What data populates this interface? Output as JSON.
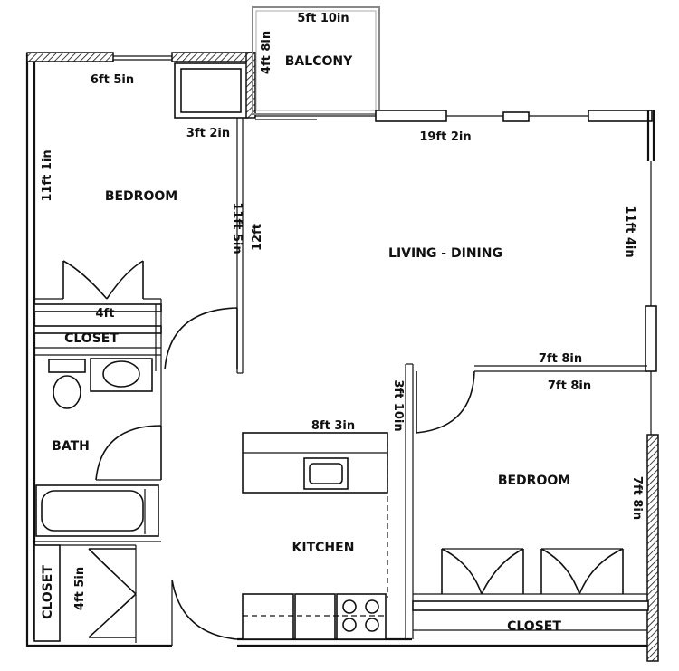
{
  "rooms": {
    "bedroom_left": "BEDROOM",
    "balcony": "BALCONY",
    "living_dining": "LIVING - DINING",
    "closet_left_upper": "CLOSET",
    "bath": "BATH",
    "closet_left_lower": "CLOSET",
    "kitchen": "KITCHEN",
    "bedroom_right": "BEDROOM",
    "closet_right": "CLOSET"
  },
  "dimensions": {
    "bedroom_left_top": "6ft 5in",
    "closet_top": "3ft 2in",
    "balcony_width": "5ft 10in",
    "balcony_depth": "4ft 8in",
    "living_top": "19ft 2in",
    "bedroom_left_height": "11ft 1in",
    "bedroom_left_inner": "11ft 5in",
    "living_height_left": "12ft",
    "living_height_right": "11ft 4in",
    "closet_width": "4ft",
    "bedroom_right_top_a": "7ft 8in",
    "bedroom_right_top_b": "7ft 8in",
    "wall_segment": "3ft 10in",
    "counter_width": "8ft 3in",
    "bedroom_right_height": "7ft 8in",
    "closet_lower_height": "4ft 5in"
  }
}
